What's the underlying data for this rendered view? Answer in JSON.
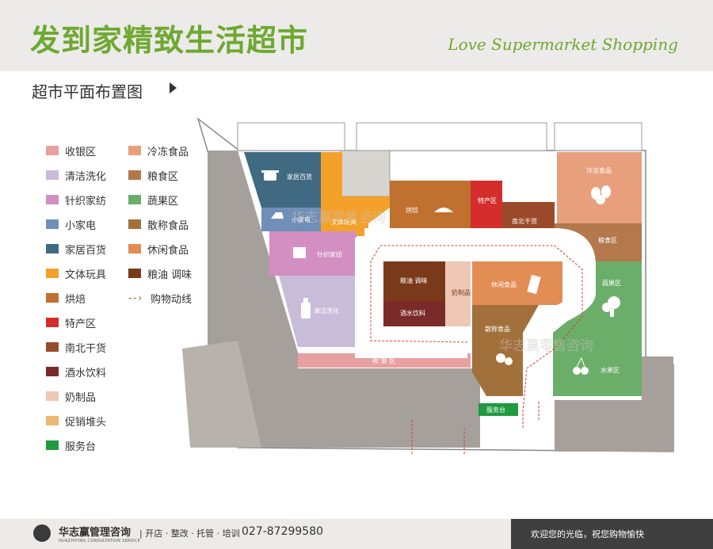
{
  "header": {
    "title": "发到家精致生活超市",
    "slogan": "Love Supermarket Shopping"
  },
  "subtitle": "超市平面布置图",
  "legend": [
    {
      "label": "收银区",
      "color": "#e8a0a0"
    },
    {
      "label": "清洁洗化",
      "color": "#c9bcd8"
    },
    {
      "label": "针织家纺",
      "color": "#d38ec2"
    },
    {
      "label": "小家电",
      "color": "#6f8fb8"
    },
    {
      "label": "家居百货",
      "color": "#3f6a82"
    },
    {
      "label": "文体玩具",
      "color": "#f3a12b"
    },
    {
      "label": "烘焙",
      "color": "#c0702f"
    },
    {
      "label": "特产区",
      "color": "#d42e2c"
    },
    {
      "label": "南北干货",
      "color": "#9a4a2a"
    },
    {
      "label": "酒水饮料",
      "color": "#7a2a28"
    },
    {
      "label": "奶制品",
      "color": "#eec7b5"
    },
    {
      "label": "促销堆头",
      "color": "#eab870"
    },
    {
      "label": "服务台",
      "color": "#1f9a3f"
    },
    {
      "label": "冷冻食品",
      "color": "#e8a07c"
    },
    {
      "label": "粮食区",
      "color": "#b3784c"
    },
    {
      "label": "蔬果区",
      "color": "#6aae6a"
    },
    {
      "label": "散称食品",
      "color": "#a2703a"
    },
    {
      "label": "休闲食品",
      "color": "#e28d54"
    },
    {
      "label": "粮油 调味",
      "color": "#7a3a1a"
    },
    {
      "label": "购物动线",
      "color": "#d93a2b"
    }
  ],
  "zones": {
    "home_goods": "家居百货",
    "small_appliance": "小家电",
    "stationery": "文体玩具",
    "bakery": "烘焙",
    "specialty": "特产区",
    "dried_goods": "南北干货",
    "frozen": "冷冻食品",
    "grain": "粮食区",
    "textile": "针织家纺",
    "cleaning": "清洁洗化",
    "oil_seasoning": "粮油 调味",
    "beverage": "酒水饮料",
    "dairy": "奶制品",
    "snacks": "休闲食品",
    "bulk": "散称食品",
    "vegetables": "蔬果区",
    "fruit": "水果区",
    "checkout": "收 银 区",
    "service": "服务台"
  },
  "watermark": "华志赢零售咨询",
  "footer": {
    "brand": "华志赢管理咨询",
    "brand_en": "HUAZHIYING CONSULTATION SERVICE",
    "services": "| 开店 · 整改 · 托管 · 培训",
    "phone": "027-87299580",
    "welcome": "欢迎您的光临，祝您购物愉快"
  }
}
